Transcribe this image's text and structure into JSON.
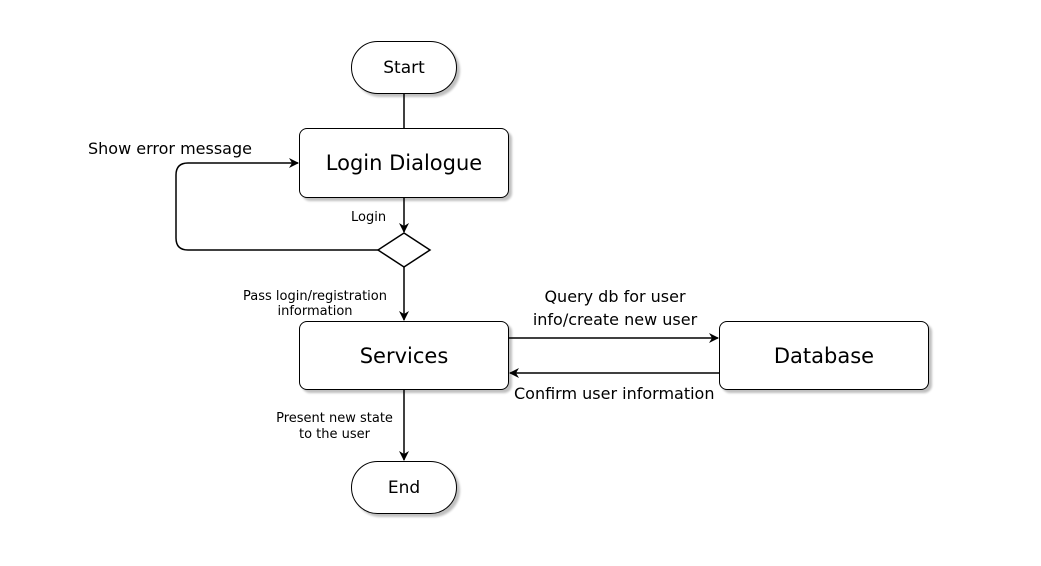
{
  "nodes": {
    "start": "Start",
    "login_dialogue": "Login Dialogue",
    "services": "Services",
    "database": "Database",
    "end": "End"
  },
  "edges": {
    "show_error": "Show  error message",
    "login": "Login",
    "pass_info_line1": "Pass login/registration",
    "pass_info_line2": "information",
    "query_line1": "Query db for user",
    "query_line2": "info/create new user",
    "confirm": "Confirm user information",
    "present_line1": "Present new state",
    "present_line2": "to the user"
  }
}
